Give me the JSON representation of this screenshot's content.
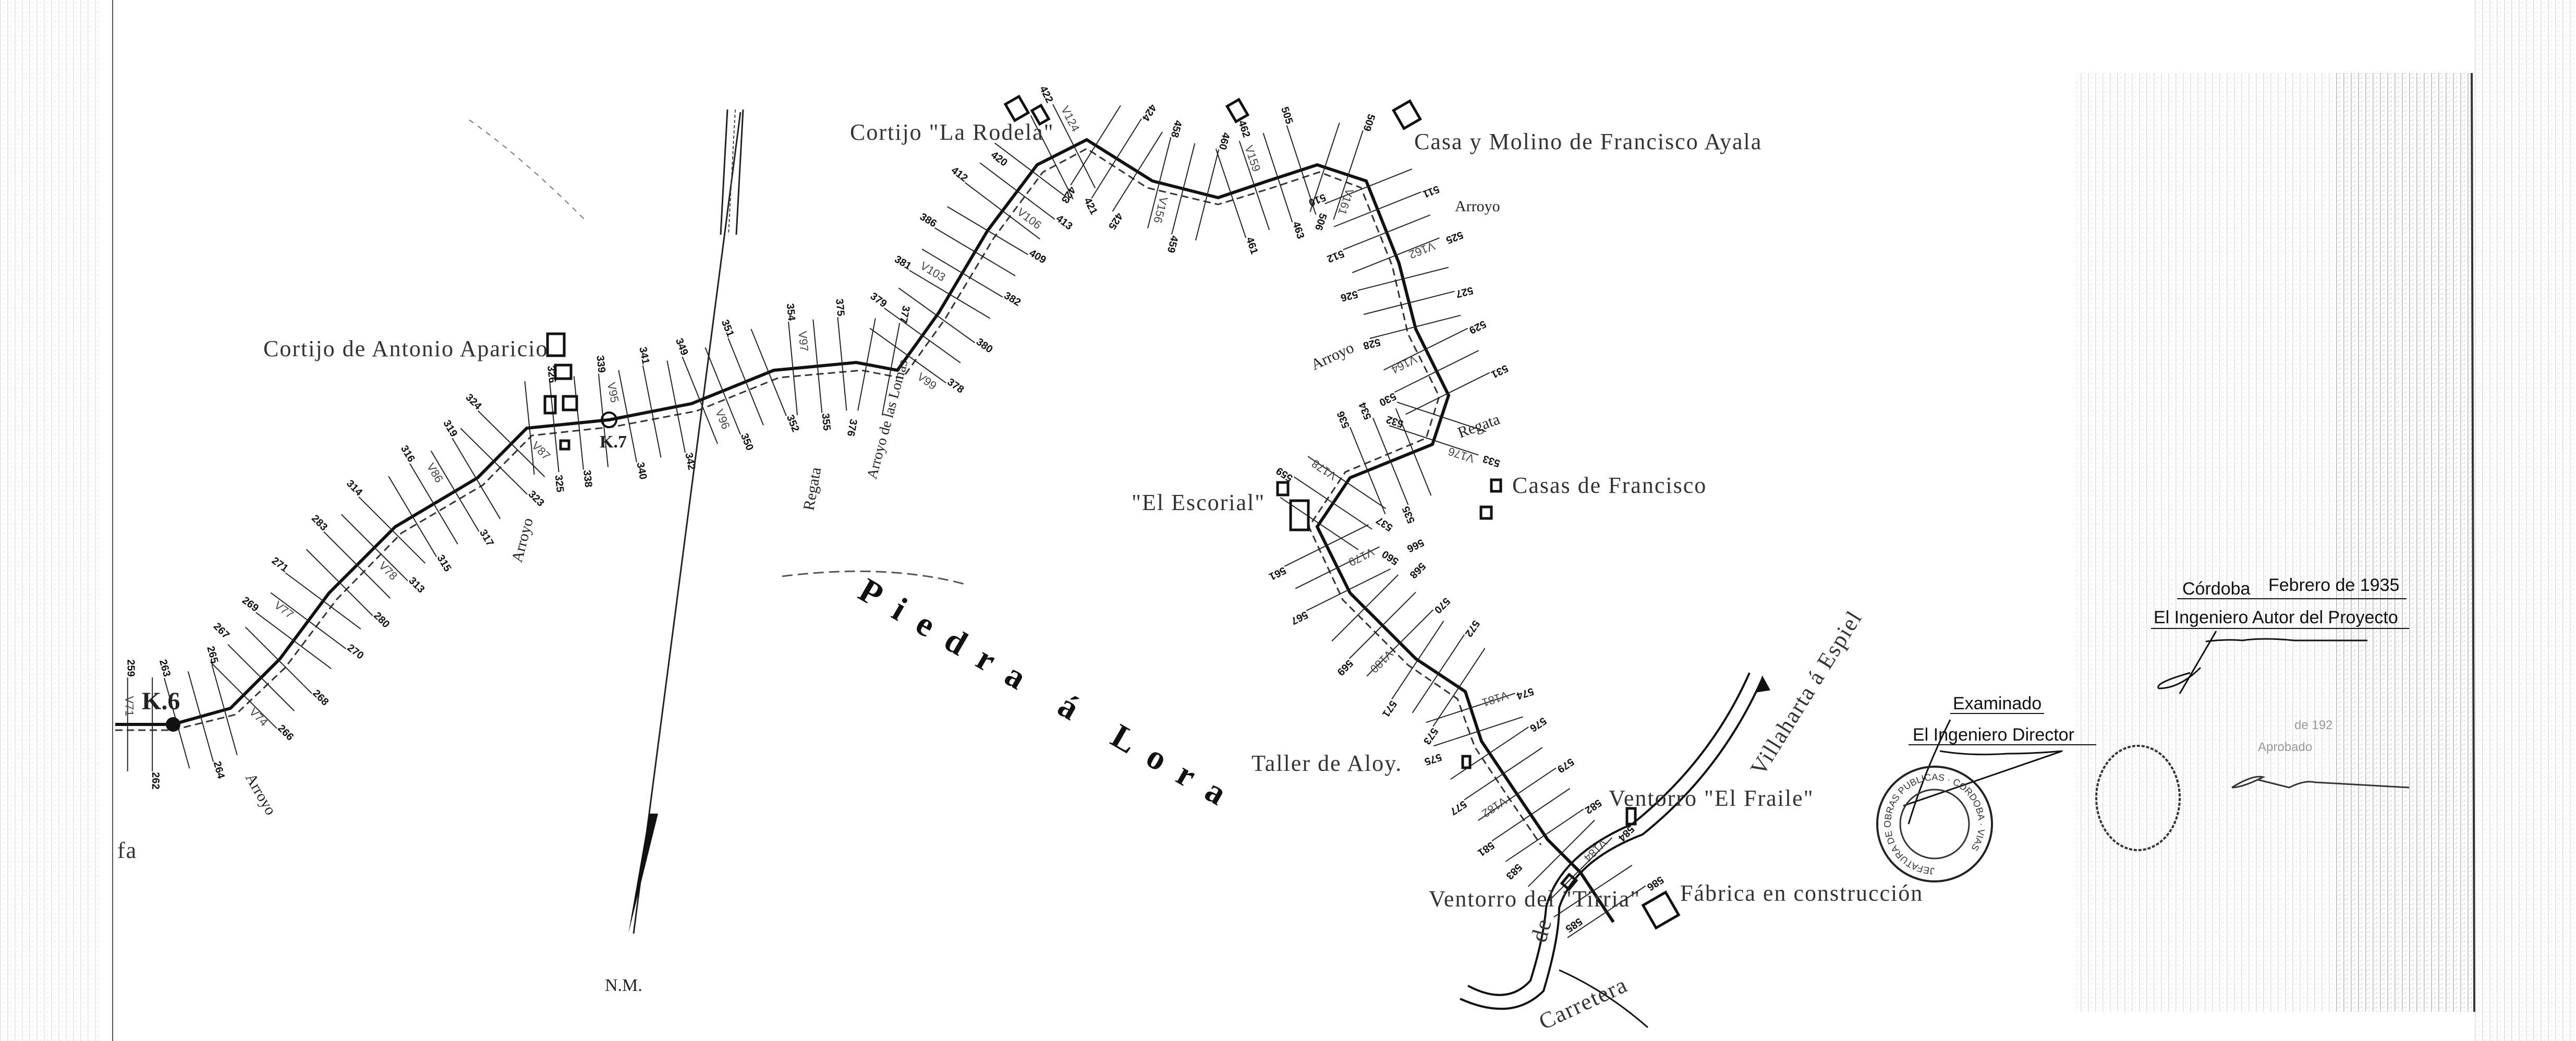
{
  "places": {
    "cortijo_aparicio": "Cortijo de Antonio Aparicio",
    "cortijo_rodela": "Cortijo \"La Rodela\"",
    "casa_molino": "Casa y Molino de Francisco Ayala",
    "casas_francisco": "Casas de Francisco",
    "escorial": "\"El Escorial\"",
    "taller": "Taller de Aloy.",
    "ventorro_fraile": "Ventorro \"El Fraile\"",
    "ventorro_tirria": "Ventorro del \"Tirria\"",
    "fabrica": "Fábrica en construcción",
    "piedra": "Piedra á Lora",
    "carretera": "Carretera",
    "carretera_de": "de",
    "carretera_villaharta": "Villaharta á Espiel",
    "left_edge": "fa"
  },
  "markers": {
    "k6": "K.6",
    "k7": "K.7",
    "north": "N.M."
  },
  "streams": [
    "Arroyo",
    "Arroyo",
    "Arroyo",
    "Regata",
    "Regata",
    "Arroyo de las Lomas",
    "Arroyo"
  ],
  "vertices": [
    "V71",
    "V74",
    "V77",
    "V78",
    "V86",
    "V87",
    "V95",
    "V96",
    "V97",
    "V99",
    "V103",
    "V106",
    "V124",
    "V156",
    "V159",
    "V161",
    "V162",
    "V164",
    "V176",
    "V178",
    "V179",
    "V180",
    "V181",
    "V182",
    "V184"
  ],
  "stations": [
    "259",
    "262",
    "263",
    "264",
    "265",
    "266",
    "267",
    "268",
    "269",
    "270",
    "271",
    "280",
    "283",
    "313",
    "314",
    "315",
    "316",
    "317",
    "319",
    "323",
    "324",
    "325",
    "326",
    "338",
    "339",
    "340",
    "341",
    "342",
    "349",
    "350",
    "351",
    "352",
    "354",
    "355",
    "375",
    "376",
    "377",
    "378",
    "379",
    "380",
    "381",
    "382",
    "386",
    "409",
    "412",
    "413",
    "420",
    "421",
    "422",
    "423",
    "424",
    "425",
    "458",
    "459",
    "460",
    "461",
    "462",
    "463",
    "505",
    "506",
    "509",
    "510",
    "511",
    "512",
    "525",
    "526",
    "527",
    "528",
    "529",
    "530",
    "531",
    "532",
    "533",
    "534",
    "535",
    "536",
    "537",
    "559",
    "560",
    "561",
    "566",
    "567",
    "568",
    "569",
    "570",
    "571",
    "572",
    "573",
    "574",
    "575",
    "576",
    "577",
    "579",
    "581",
    "582",
    "583",
    "584",
    "585",
    "586"
  ],
  "signatures": {
    "city": "Córdoba",
    "date": "Febrero de 1935",
    "author_title": "El Ingeniero Autor del Proyecto",
    "examined": "Examinado",
    "director_title": "El Ingeniero Director",
    "stamp_date": "de 192",
    "stamp_approved": "Aprobado",
    "seal_text": "JEFATURA DE OBRAS PUBLICAS · CORDOBA · VIAS"
  },
  "colors": {
    "ink": "#111111",
    "paper": "#ffffff",
    "scan_noise": "#9a9a9a"
  }
}
